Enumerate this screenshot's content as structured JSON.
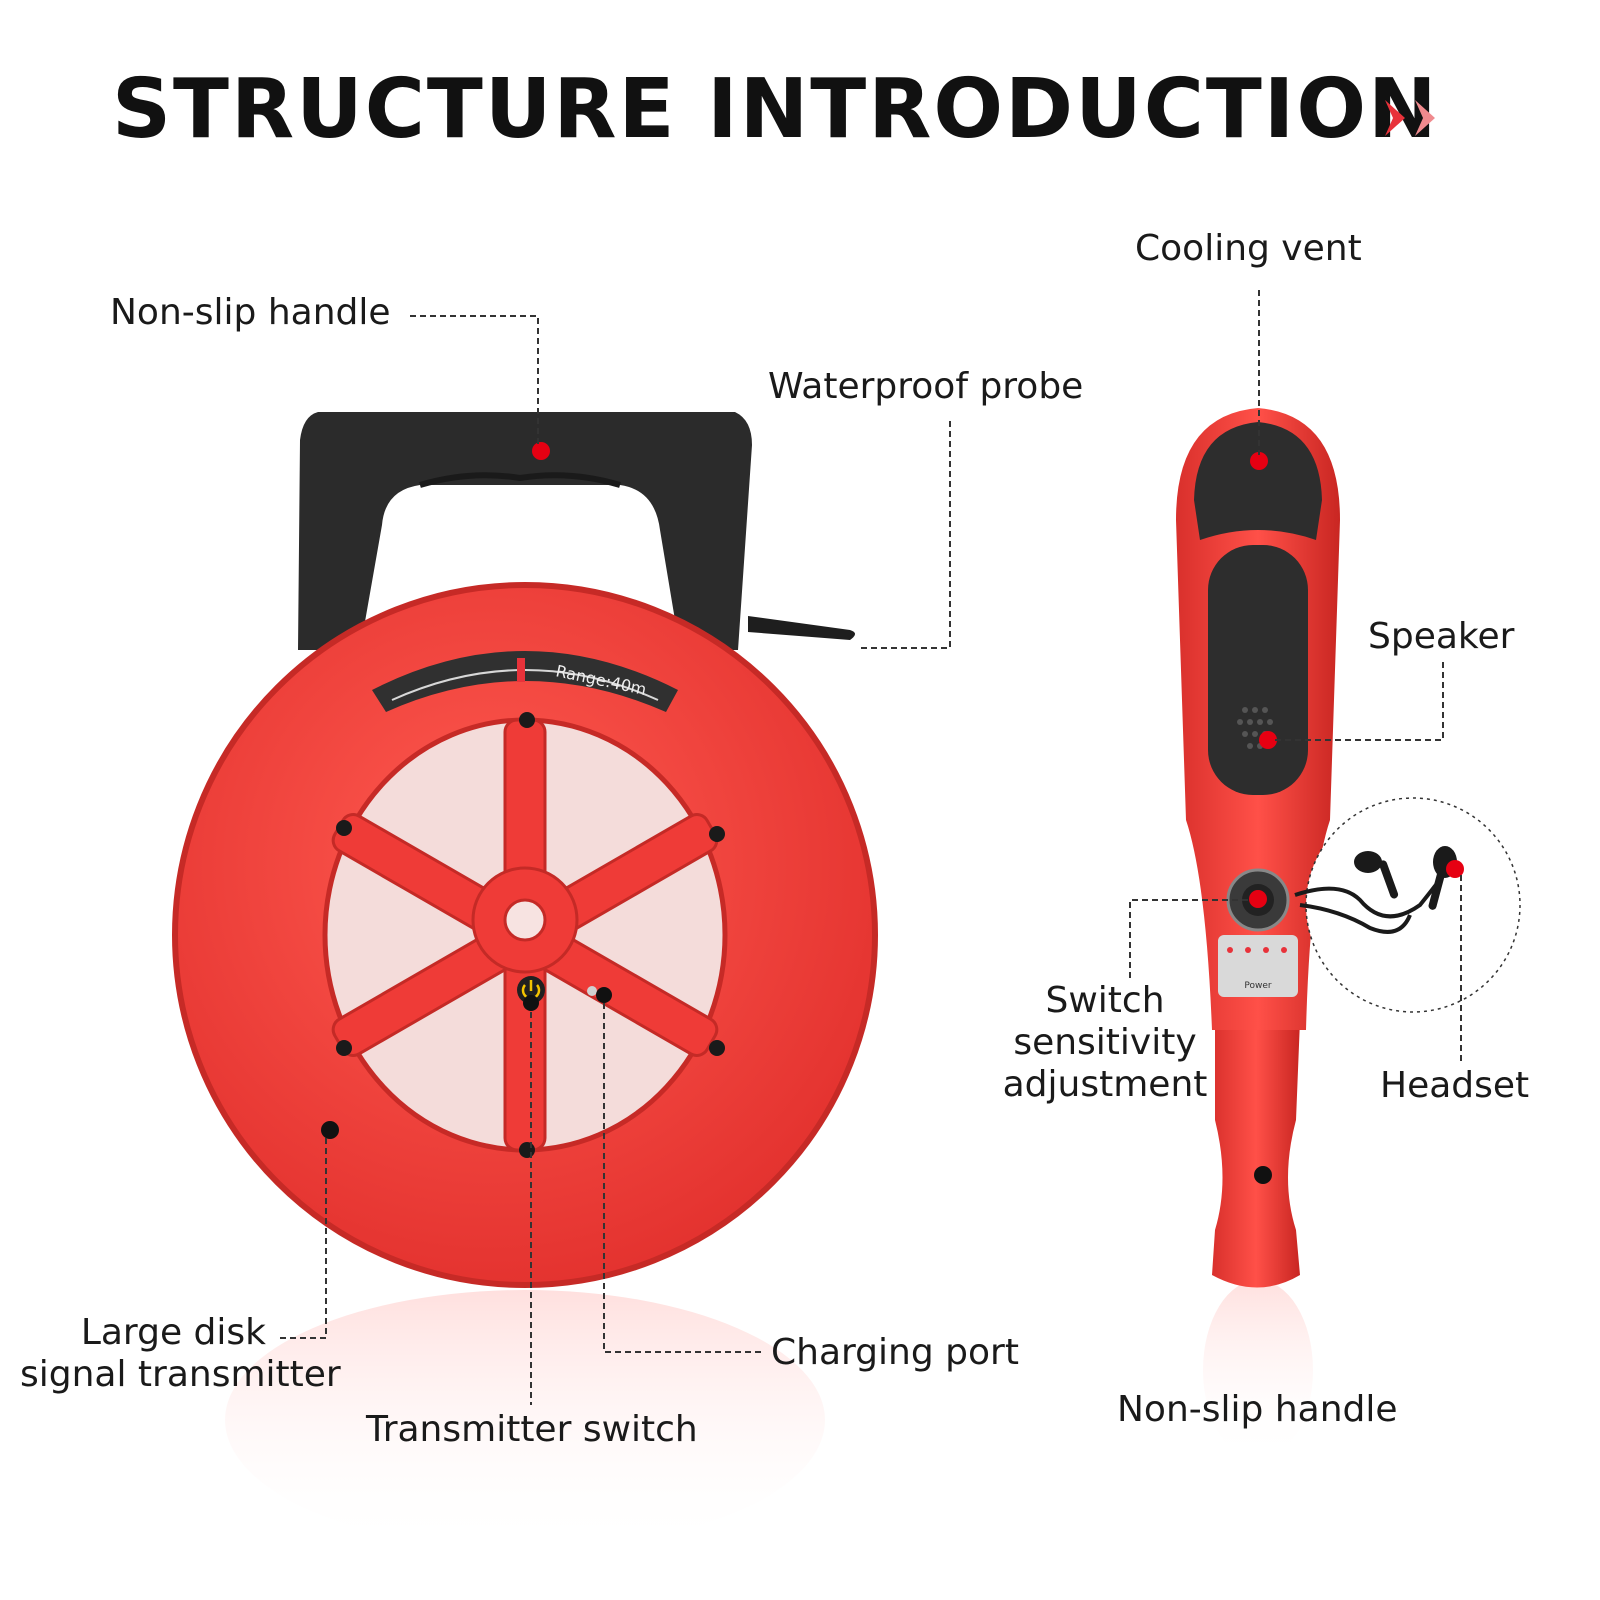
{
  "title": "STRUCTURE INTRODUCTION",
  "colors": {
    "accent": "#e8323a",
    "body_red": "#f2413e",
    "dark": "#2b2b2b",
    "marker": "#e60012"
  },
  "reel": {
    "range_label": "Range:40m",
    "labels": {
      "handle": "Non-slip handle",
      "probe": "Waterproof probe",
      "disk_line1": "Large disk",
      "disk_line2": "signal transmitter",
      "switch": "Transmitter switch",
      "charging": "Charging port"
    }
  },
  "receiver": {
    "panel_text": "Power",
    "labels": {
      "vent": "Cooling vent",
      "speaker": "Speaker",
      "sensitivity_line1": "Switch",
      "sensitivity_line2": "sensitivity",
      "sensitivity_line3": "adjustment",
      "headset": "Headset",
      "handle": "Non-slip handle"
    }
  },
  "icons": [
    "chevron-right-icon",
    "power-icon",
    "earphone-icon"
  ]
}
